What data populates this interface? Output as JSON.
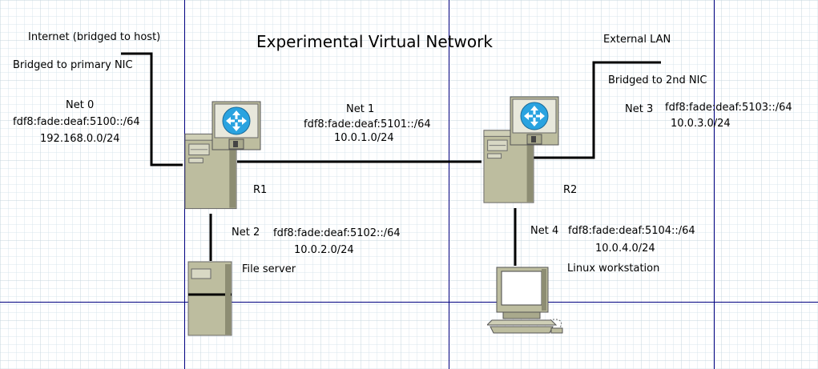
{
  "title": "Experimental Virtual Network",
  "colors": {
    "grid": "#cfe0e8",
    "page_break": "#000080",
    "link": "#000000",
    "case": "#bdbd9f",
    "router_icon": "#2aa3e0",
    "background": "#ffffff"
  },
  "internet": {
    "label": "Internet (bridged to host)",
    "bridge": "Bridged to primary NIC"
  },
  "external": {
    "label": "External LAN",
    "bridge": "Bridged to 2nd NIC"
  },
  "net0": {
    "name": "Net 0",
    "ipv6": "fdf8:fade:deaf:5100::/64",
    "ipv4": "192.168.0.0/24"
  },
  "net1": {
    "name": "Net 1",
    "ipv6": "fdf8:fade:deaf:5101::/64",
    "ipv4": "10.0.1.0/24"
  },
  "net2": {
    "name": "Net 2",
    "ipv6": "fdf8:fade:deaf:5102::/64",
    "ipv4": "10.0.2.0/24"
  },
  "net3": {
    "name": "Net 3",
    "ipv6": "fdf8:fade:deaf:5103::/64",
    "ipv4": "10.0.3.0/24"
  },
  "net4": {
    "name": "Net 4",
    "ipv6": "fdf8:fade:deaf:5104::/64",
    "ipv4": "10.0.4.0/24"
  },
  "nodes": {
    "r1": "R1",
    "r2": "R2",
    "file_server": "File server",
    "workstation": "Linux workstation"
  },
  "icons": {
    "router": "router-icon",
    "server": "server-tower-icon",
    "workstation": "desktop-computer-icon"
  }
}
